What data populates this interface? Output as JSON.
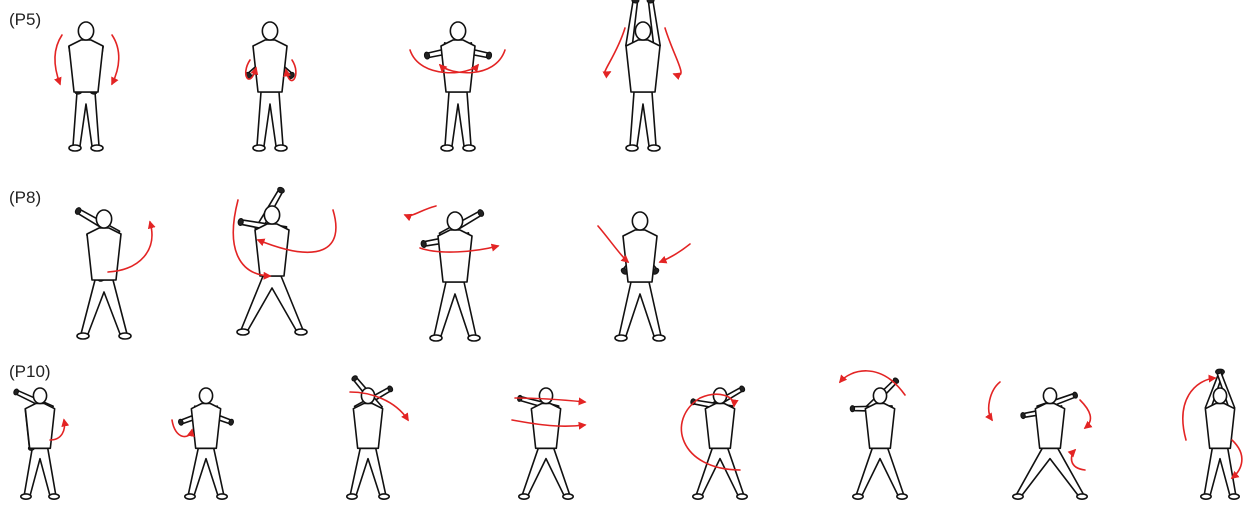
{
  "figure": {
    "accent_color": "#e32424",
    "rows": [
      {
        "label": "(P5)",
        "pose_count": 4
      },
      {
        "label": "(P8)",
        "pose_count": 4
      },
      {
        "label": "(P10)",
        "pose_count": 8
      }
    ],
    "icons": [
      "standing-figure-icon",
      "motion-arrow-icon"
    ]
  }
}
